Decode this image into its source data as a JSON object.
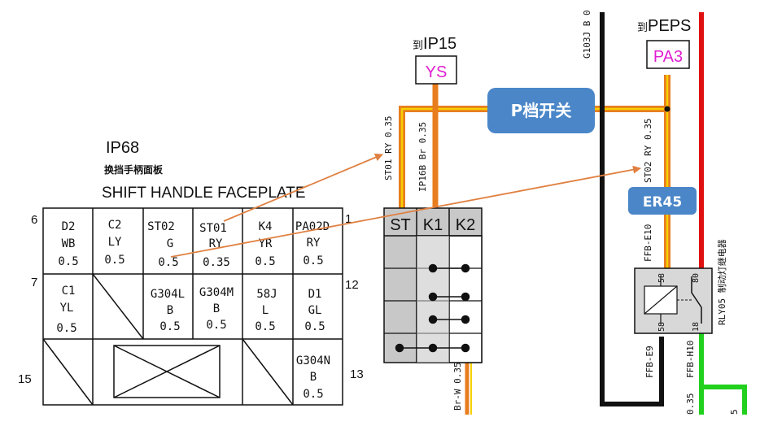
{
  "connector_ip68": {
    "id": "IP68",
    "subtitle_cn": "换挡手柄面板",
    "subtitle_en": "SHIFT HANDLE FACEPLATE",
    "row_numbers": {
      "r1_left": "6",
      "r1_right": "1",
      "r2_left": "7",
      "r2_right": "12",
      "r3_left": "15",
      "r3_right": "13"
    },
    "row1": [
      {
        "lines": [
          "D2",
          "WB",
          "0.5"
        ]
      },
      {
        "lines": [
          "C2",
          "LY",
          "0.5"
        ]
      },
      {
        "lines": [
          "ST02",
          "G",
          "0.5"
        ]
      },
      {
        "lines": [
          "ST01",
          "RY",
          "0.35"
        ]
      },
      {
        "lines": [
          "K4",
          "YR",
          "0.5"
        ]
      },
      {
        "lines": [
          "PA02D",
          "RY",
          "0.5"
        ]
      }
    ],
    "row2": [
      {
        "lines": [
          "C1",
          "YL",
          "0.5"
        ]
      },
      {
        "lines": [
          "G304L",
          "B",
          "0.5"
        ]
      },
      {
        "lines": [
          "G304M",
          "B",
          "0.5"
        ]
      },
      {
        "lines": [
          "58J",
          "L",
          "0.5"
        ]
      },
      {
        "lines": [
          "D1",
          "GL",
          "0.5"
        ]
      }
    ],
    "row3": [
      {
        "lines": [
          "G304N",
          "B",
          "0.5"
        ]
      }
    ]
  },
  "switch": {
    "col_labels": [
      "ST",
      "K1",
      "K2"
    ]
  },
  "connectors": {
    "ip15": {
      "prefix": "到",
      "name": "IP15",
      "pin": "YS"
    },
    "peps": {
      "prefix": "到",
      "name": "PEPS",
      "pin": "PA3"
    }
  },
  "wires": {
    "st01": "ST01 RY 0.35",
    "ip16b": "IP16B Br 0.35",
    "st02": "ST02 RY 0.35",
    "brw": "Br-W 0.35",
    "g103j": "G103J B 0",
    "ffb_e10": "FFB-E10",
    "ffb_e9": "FFB-E9",
    "ffb_h10": "FFB-H10",
    "w035": "0.35",
    "w5": "5"
  },
  "relay": {
    "label": "RLY05 制动灯继电器",
    "pins": [
      "58",
      "80",
      "58",
      "18"
    ]
  },
  "callouts": {
    "p_switch": "P档开关",
    "er45": "ER45"
  },
  "colors": {
    "wire_orange": "#e87d1e",
    "wire_red": "#e01010",
    "wire_green": "#22d01e",
    "wire_yellow": "#f6d000",
    "callout_blue": "#4a86c8",
    "pin_magenta": "#e020d0",
    "arrow_orange": "#e08040"
  }
}
